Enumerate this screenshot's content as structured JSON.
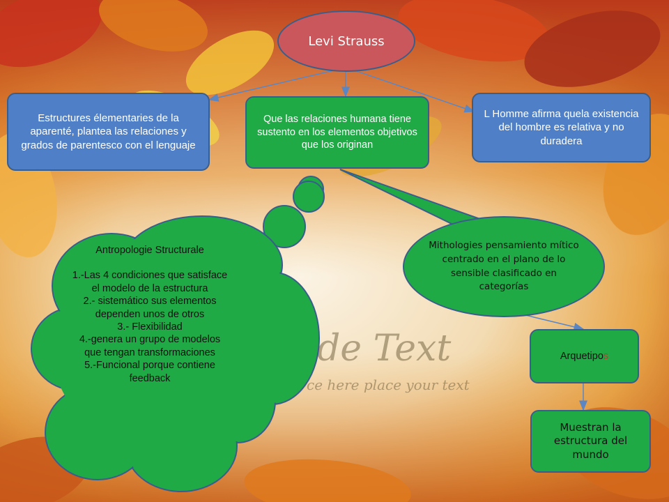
{
  "title": "Levi Strauss",
  "boxes": {
    "left": "Estructures élementaries de la aparenté, plantea las relaciones y grados de parentesco con el lenguaje",
    "center": "Que las relaciones humana tiene sustento en los elementos  objetivos que los originan",
    "right": "L Homme afirma quela existencia del hombre es relativa y no duradera"
  },
  "cloud": {
    "heading": "Antropologie Structurale",
    "items": [
      "1.-Las 4 condiciones que satisface el modelo de la estructura",
      "2.- sistemático sus elementos dependen unos de otros",
      "3.- Flexibilidad",
      "4.-genera un grupo de modelos que tengan transformaciones",
      "5.-Funcional porque contiene feedback"
    ]
  },
  "speech_bubble": "Mithologies pensamiento mítico centrado en el plano de lo sensible clasificado en categorías",
  "arquetipos": {
    "main": "Arquetipo",
    "last_letter": "s"
  },
  "bottom_box": "Muestran la estructura del mundo",
  "watermark": {
    "line1": "de Text",
    "line2": "ce here place your text"
  },
  "colors": {
    "title_fill": "#c9575c",
    "blue_fill": "#4f7fc6",
    "green_fill": "#1faa45",
    "outline": "#3a5e8c",
    "arrow": "#5b86c4",
    "highlight_letter": "#cc3333"
  }
}
